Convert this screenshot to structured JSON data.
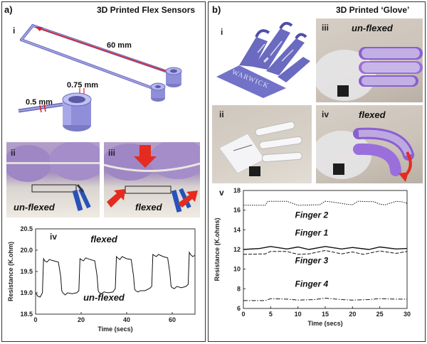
{
  "panel_a": {
    "label": "a)",
    "title": "3D Printed Flex Sensors",
    "sub_i": "i",
    "dim_60": "60 mm",
    "dim_075": "0.75 mm",
    "dim_05": "0.5 mm",
    "sub_ii": "ii",
    "sub_iii": "iii",
    "cap_unflexed": "un-flexed",
    "cap_flexed": "flexed",
    "sub_iv": "iv"
  },
  "panel_b": {
    "label": "b)",
    "title": "3D Printed ‘Glove’",
    "sub_i": "i",
    "logo_text": "WARWICK",
    "sub_ii": "ii",
    "sub_iii": "iii",
    "cap_unflexed": "un-flexed",
    "sub_iv": "iv",
    "cap_flexed": "flexed",
    "sub_v": "v"
  },
  "colors": {
    "sensor_purple": "#8f8fd9",
    "channel_red": "#e02020",
    "glove_purple": "#8a5fd0",
    "arrow_red": "#e52b1f"
  },
  "chart_data": [
    {
      "type": "line",
      "title": "",
      "xlabel": "Time (secs)",
      "ylabel": "Resistance (K.ohm)",
      "xlim": [
        0,
        70
      ],
      "ylim": [
        18.5,
        20.5
      ],
      "xticks": [
        0,
        20,
        40,
        60
      ],
      "yticks": [
        18.5,
        19.0,
        19.5,
        20.0,
        20.5
      ],
      "annotations": [
        "flexed",
        "un-flexed"
      ],
      "series": [
        {
          "name": "",
          "x": [
            0,
            1,
            2,
            3,
            3.5,
            4,
            5,
            6,
            8,
            10,
            11,
            11.5,
            12,
            13,
            14,
            16,
            18,
            19,
            19.5,
            20,
            21,
            22,
            24,
            26,
            27,
            27.5,
            28,
            29,
            30,
            32,
            34,
            35,
            35.5,
            36,
            37,
            38,
            40,
            42,
            43,
            43.5,
            44,
            45,
            46,
            48,
            50,
            51,
            51.5,
            52,
            53,
            54,
            56,
            58,
            59,
            59.5,
            60,
            61,
            62,
            64,
            66,
            67,
            67.5,
            68,
            69,
            70
          ],
          "y": [
            19.0,
            18.92,
            18.9,
            19.0,
            19.8,
            19.75,
            19.72,
            19.78,
            19.75,
            19.72,
            19.4,
            19.05,
            19.0,
            18.95,
            19.0,
            18.98,
            19.0,
            19.05,
            19.8,
            19.78,
            19.75,
            19.82,
            19.78,
            19.75,
            19.4,
            19.05,
            19.0,
            18.98,
            19.02,
            19.0,
            19.02,
            19.1,
            19.85,
            19.82,
            19.78,
            19.85,
            19.8,
            19.78,
            19.4,
            19.08,
            19.05,
            19.02,
            19.05,
            19.05,
            19.1,
            19.15,
            19.9,
            19.88,
            19.85,
            19.9,
            19.85,
            19.82,
            19.45,
            19.15,
            19.12,
            19.1,
            19.15,
            19.12,
            19.15,
            19.2,
            19.95,
            19.9,
            19.85,
            19.88
          ]
        }
      ]
    },
    {
      "type": "line",
      "title": "",
      "xlabel": "Time (secs)",
      "ylabel": "Resistance (K.ohms)",
      "xlim": [
        0,
        30
      ],
      "ylim": [
        6,
        18
      ],
      "xticks": [
        0,
        5,
        10,
        15,
        20,
        25,
        30
      ],
      "yticks": [
        6,
        8,
        10,
        12,
        14,
        16,
        18
      ],
      "series": [
        {
          "name": "Finger 2",
          "style": "dotted",
          "x": [
            0,
            4,
            4.5,
            8,
            9.5,
            10,
            14,
            15,
            16,
            19,
            20,
            21,
            24,
            25,
            26,
            28,
            29,
            30
          ],
          "y": [
            16.5,
            16.5,
            16.9,
            16.9,
            16.6,
            16.5,
            16.55,
            16.9,
            16.85,
            16.6,
            16.55,
            16.9,
            16.85,
            16.6,
            16.55,
            16.9,
            16.85,
            16.7
          ]
        },
        {
          "name": "Finger 1",
          "style": "solid",
          "x": [
            0,
            3,
            5,
            8,
            10,
            12,
            15,
            18,
            20,
            23,
            25,
            28,
            30
          ],
          "y": [
            12.0,
            12.1,
            12.3,
            12.05,
            12.25,
            12.0,
            12.3,
            12.05,
            12.2,
            12.0,
            12.25,
            12.05,
            12.1
          ]
        },
        {
          "name": "Finger 3",
          "style": "dashed",
          "x": [
            0,
            4,
            5,
            8,
            10,
            12,
            15,
            18,
            20,
            22,
            25,
            28,
            30
          ],
          "y": [
            11.5,
            11.55,
            11.8,
            11.8,
            11.5,
            11.55,
            11.9,
            11.55,
            11.75,
            11.5,
            11.85,
            11.6,
            11.8
          ]
        },
        {
          "name": "Finger 4",
          "style": "dash-dot",
          "x": [
            0,
            4,
            5,
            8,
            10,
            13,
            15,
            18,
            20,
            23,
            25,
            28,
            30
          ],
          "y": [
            6.8,
            6.8,
            7.0,
            6.95,
            6.85,
            6.9,
            7.05,
            6.9,
            6.85,
            6.9,
            7.0,
            6.95,
            6.95
          ]
        }
      ]
    }
  ]
}
